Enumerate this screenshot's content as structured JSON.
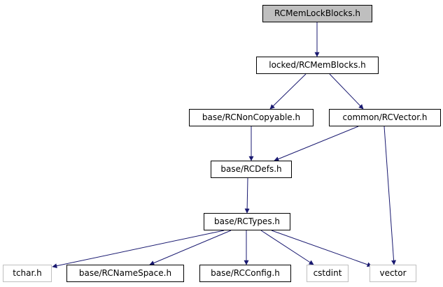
{
  "graph": {
    "nodes": {
      "root": "RCMemLockBlocks.h",
      "locked_memblocks": "locked/RCMemBlocks.h",
      "noncopyable": "base/RCNonCopyable.h",
      "rcvector": "common/RCVector.h",
      "rcdefs": "base/RCDefs.h",
      "rctypes": "base/RCTypes.h",
      "tchar": "tchar.h",
      "namespace": "base/RCNameSpace.h",
      "rcconfig": "base/RCConfig.h",
      "cstdint": "cstdint",
      "vector": "vector"
    },
    "edges": [
      [
        "root",
        "locked_memblocks"
      ],
      [
        "locked_memblocks",
        "noncopyable"
      ],
      [
        "locked_memblocks",
        "rcvector"
      ],
      [
        "noncopyable",
        "rcdefs"
      ],
      [
        "rcvector",
        "rcdefs"
      ],
      [
        "rcvector",
        "vector"
      ],
      [
        "rcdefs",
        "rctypes"
      ],
      [
        "rctypes",
        "tchar"
      ],
      [
        "rctypes",
        "namespace"
      ],
      [
        "rctypes",
        "rcconfig"
      ],
      [
        "rctypes",
        "cstdint"
      ],
      [
        "rctypes",
        "vector"
      ]
    ],
    "colors": {
      "edge": "#191970",
      "root_fill": "#bfbfbf",
      "node_border": "#000000",
      "external_border": "#bfbfbf"
    }
  }
}
